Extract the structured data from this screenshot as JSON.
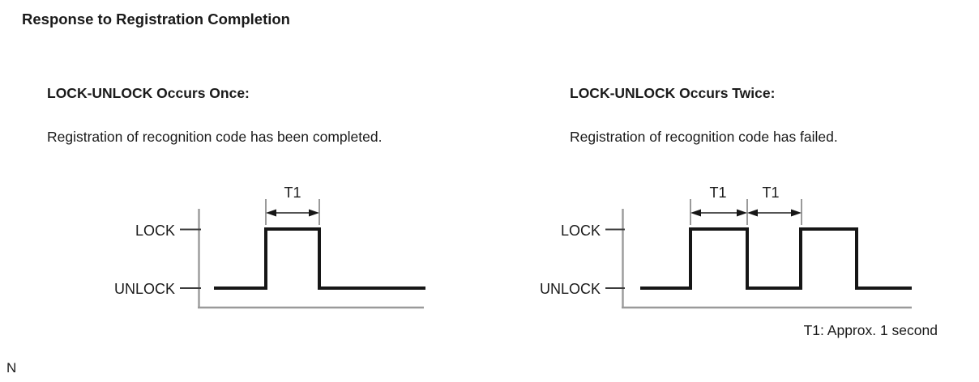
{
  "page": {
    "title": "Response to Registration Completion",
    "footer_char": "N"
  },
  "colors": {
    "text": "#1a1a1a",
    "signal": "#161616",
    "guide": "#9a9a9a",
    "tick": "#3c3c3c",
    "dim": "#3c3c3c"
  },
  "panels": [
    {
      "heading": "LOCK-UNLOCK Occurs Once:",
      "description": "Registration of recognition code has been completed.",
      "diagram": {
        "type": "timing-waveform",
        "high_label": "LOCK",
        "low_label": "UNLOCK",
        "pulses": 1,
        "t1_labels": [
          "T1"
        ]
      }
    },
    {
      "heading": "LOCK-UNLOCK Occurs Twice:",
      "description": "Registration of recognition code has failed.",
      "diagram": {
        "type": "timing-waveform",
        "high_label": "LOCK",
        "low_label": "UNLOCK",
        "pulses": 2,
        "t1_labels": [
          "T1",
          "T1"
        ]
      },
      "note": "T1: Approx. 1 second"
    }
  ]
}
